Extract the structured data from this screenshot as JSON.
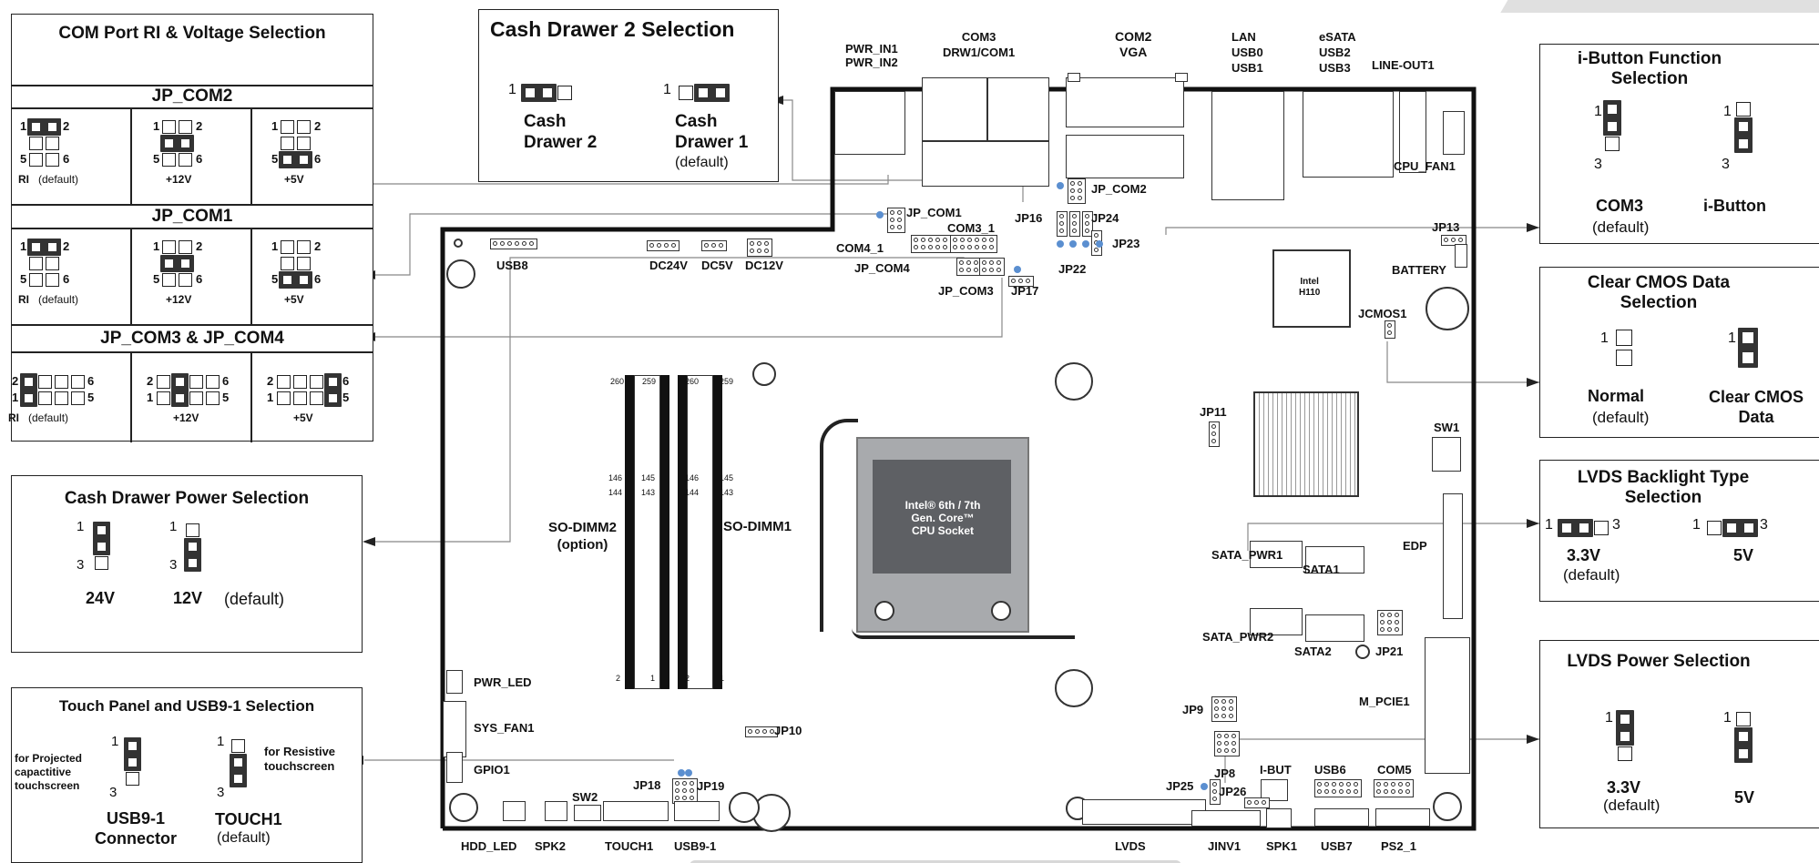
{
  "com_port_box": {
    "title": "COM Port RI & Voltage Selection",
    "jp_com2": "JP_COM2",
    "jp_com1": "JP_COM1",
    "jp_com34": "JP_COM3 & JP_COM4",
    "opt_ri": "RI",
    "opt_default": "(default)",
    "opt_12v": "+12V",
    "opt_5v": "+5V",
    "pin1": "1",
    "pin2": "2",
    "pin5": "5",
    "pin6": "6"
  },
  "cash_drawer2_box": {
    "title": "Cash Drawer 2 Selection",
    "opt1": "Cash Drawer 2",
    "opt2": "Cash Drawer 1",
    "opt2_default": "(default)",
    "pin1": "1"
  },
  "cash_power_box": {
    "title": "Cash Drawer Power Selection",
    "opt1": "24V",
    "opt2": "12V",
    "default": "(default)",
    "pin1": "1",
    "pin3": "3"
  },
  "touch_box": {
    "title": "Touch Panel and USB9-1 Selection",
    "left_note": "for Projected capactitive touchscreen",
    "right_note": "for Resistive touchscreen",
    "opt1": "USB9-1 Connector",
    "opt2": "TOUCH1",
    "opt2_default": "(default)",
    "pin1": "1",
    "pin3": "3"
  },
  "ibutton_box": {
    "title": "i-Button Function Selection",
    "opt1": "COM3",
    "opt1_default": "(default)",
    "opt2": "i-Button",
    "pin1": "1",
    "pin3": "3"
  },
  "cmos_box": {
    "title": "Clear CMOS Data Selection",
    "opt1": "Normal",
    "opt1_default": "(default)",
    "opt2": "Clear CMOS Data",
    "pin1": "1"
  },
  "lvds_bl_box": {
    "title": "LVDS Backlight Type Selection",
    "opt1": "3.3V",
    "opt1_default": "(default)",
    "opt2": "5V",
    "pin1": "1",
    "pin3": "3"
  },
  "lvds_pwr_box": {
    "title": "LVDS Power Selection",
    "opt1": "3.3V",
    "opt1_default": "(default)",
    "opt2": "5V",
    "pin1": "1"
  },
  "board": {
    "pwr_in": "PWR_IN1\nPWR_IN2",
    "com3": "COM3\nDRW1/COM1",
    "com2": "COM2\nVGA",
    "lan": "LAN\nUSB0\nUSB1",
    "esata": "eSATA\nUSB2\nUSB3",
    "line_out": "LINE-OUT1",
    "cpu_fan": "CPU_FAN1",
    "jp_com2": "JP_COM2",
    "jp_com1": "JP_COM1",
    "jp16": "JP16",
    "jp24": "JP24",
    "jp23": "JP23",
    "jp22": "JP22",
    "jp13": "JP13",
    "battery": "BATTERY",
    "com4_1": "COM4_1",
    "com3_1": "COM3_1",
    "jp_com4": "JP_COM4",
    "jp_com3": "JP_COM3",
    "jp17": "JP17",
    "usb8": "USB8",
    "dc24v": "DC24V",
    "dc5v": "DC5V",
    "dc12v": "DC12V",
    "chip": "Intel\nH110",
    "jcmos1": "JCMOS1",
    "jp11": "JP11",
    "sw1": "SW1",
    "edp": "EDP",
    "sodimm2": "SO-DIMM2\n(option)",
    "sodimm1": "SO-DIMM1",
    "cpu": "Intel® 6th / 7th\nGen. Core™\nCPU Socket",
    "sata_pwr1": "SATA_PWR1",
    "sata1": "SATA1",
    "sata_pwr2": "SATA_PWR2",
    "sata2": "SATA2",
    "jp21": "JP21",
    "m_pcie1": "M_PCIE1",
    "jp9": "JP9",
    "jp8": "JP8",
    "ibut": "I-BUT",
    "usb6": "USB6",
    "com5": "COM5",
    "jp25": "JP25",
    "jp26": "JP26",
    "pwr_led": "PWR_LED",
    "sys_fan1": "SYS_FAN1",
    "gpio1": "GPIO1",
    "jp10": "JP10",
    "jp18": "JP18",
    "jp19": "JP19",
    "sw2": "SW2",
    "hdd_led": "HDD_LED",
    "spk2": "SPK2",
    "touch1": "TOUCH1",
    "usb9_1": "USB9-1",
    "lvds": "LVDS",
    "jinv1": "JINV1",
    "spk1": "SPK1",
    "usb7": "USB7",
    "ps2_1": "PS2_1",
    "dimm_n260": "260",
    "dimm_n259": "259",
    "dimm_n146": "146",
    "dimm_n145": "145",
    "dimm_n144": "144",
    "dimm_n143": "143",
    "dimm_n2": "2",
    "dimm_n1": "1"
  },
  "colors": {
    "leader": "#888888",
    "dot": "#5b8fd0",
    "socket": "#a8aaad",
    "socket_inner": "#606266"
  }
}
